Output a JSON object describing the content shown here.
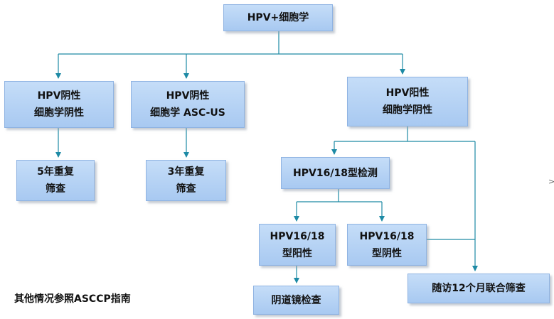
{
  "diagram": {
    "root": "HPV+细胞学",
    "branch_left": {
      "line1": "HPV阴性",
      "line2": "细胞学阴性"
    },
    "branch_mid": {
      "line1": "HPV阴性",
      "line2": "细胞学 ASC-US"
    },
    "branch_right": {
      "line1": "HPV阳性",
      "line2": "细胞学阴性"
    },
    "result_left": {
      "line1": "5年重复",
      "line2": "筛查"
    },
    "result_mid": {
      "line1": "3年重复",
      "line2": "筛查"
    },
    "typing_test": "HPV16/18型检测",
    "typing_positive": {
      "line1": "HPV16/18",
      "line2": "型阳性"
    },
    "typing_negative": {
      "line1": "HPV16/18",
      "line2": "型阴性"
    },
    "colposcopy": "阴道镜检查",
    "followup": "随访12个月联合筛查",
    "note": "其他情况参照ASCCP指南",
    "edge_glyph": ">"
  },
  "colors": {
    "connector": "#1d8aa5",
    "box_top": "#c5ddf8",
    "box_bottom": "#a8c9f1",
    "box_border": "#8fb3e2"
  }
}
